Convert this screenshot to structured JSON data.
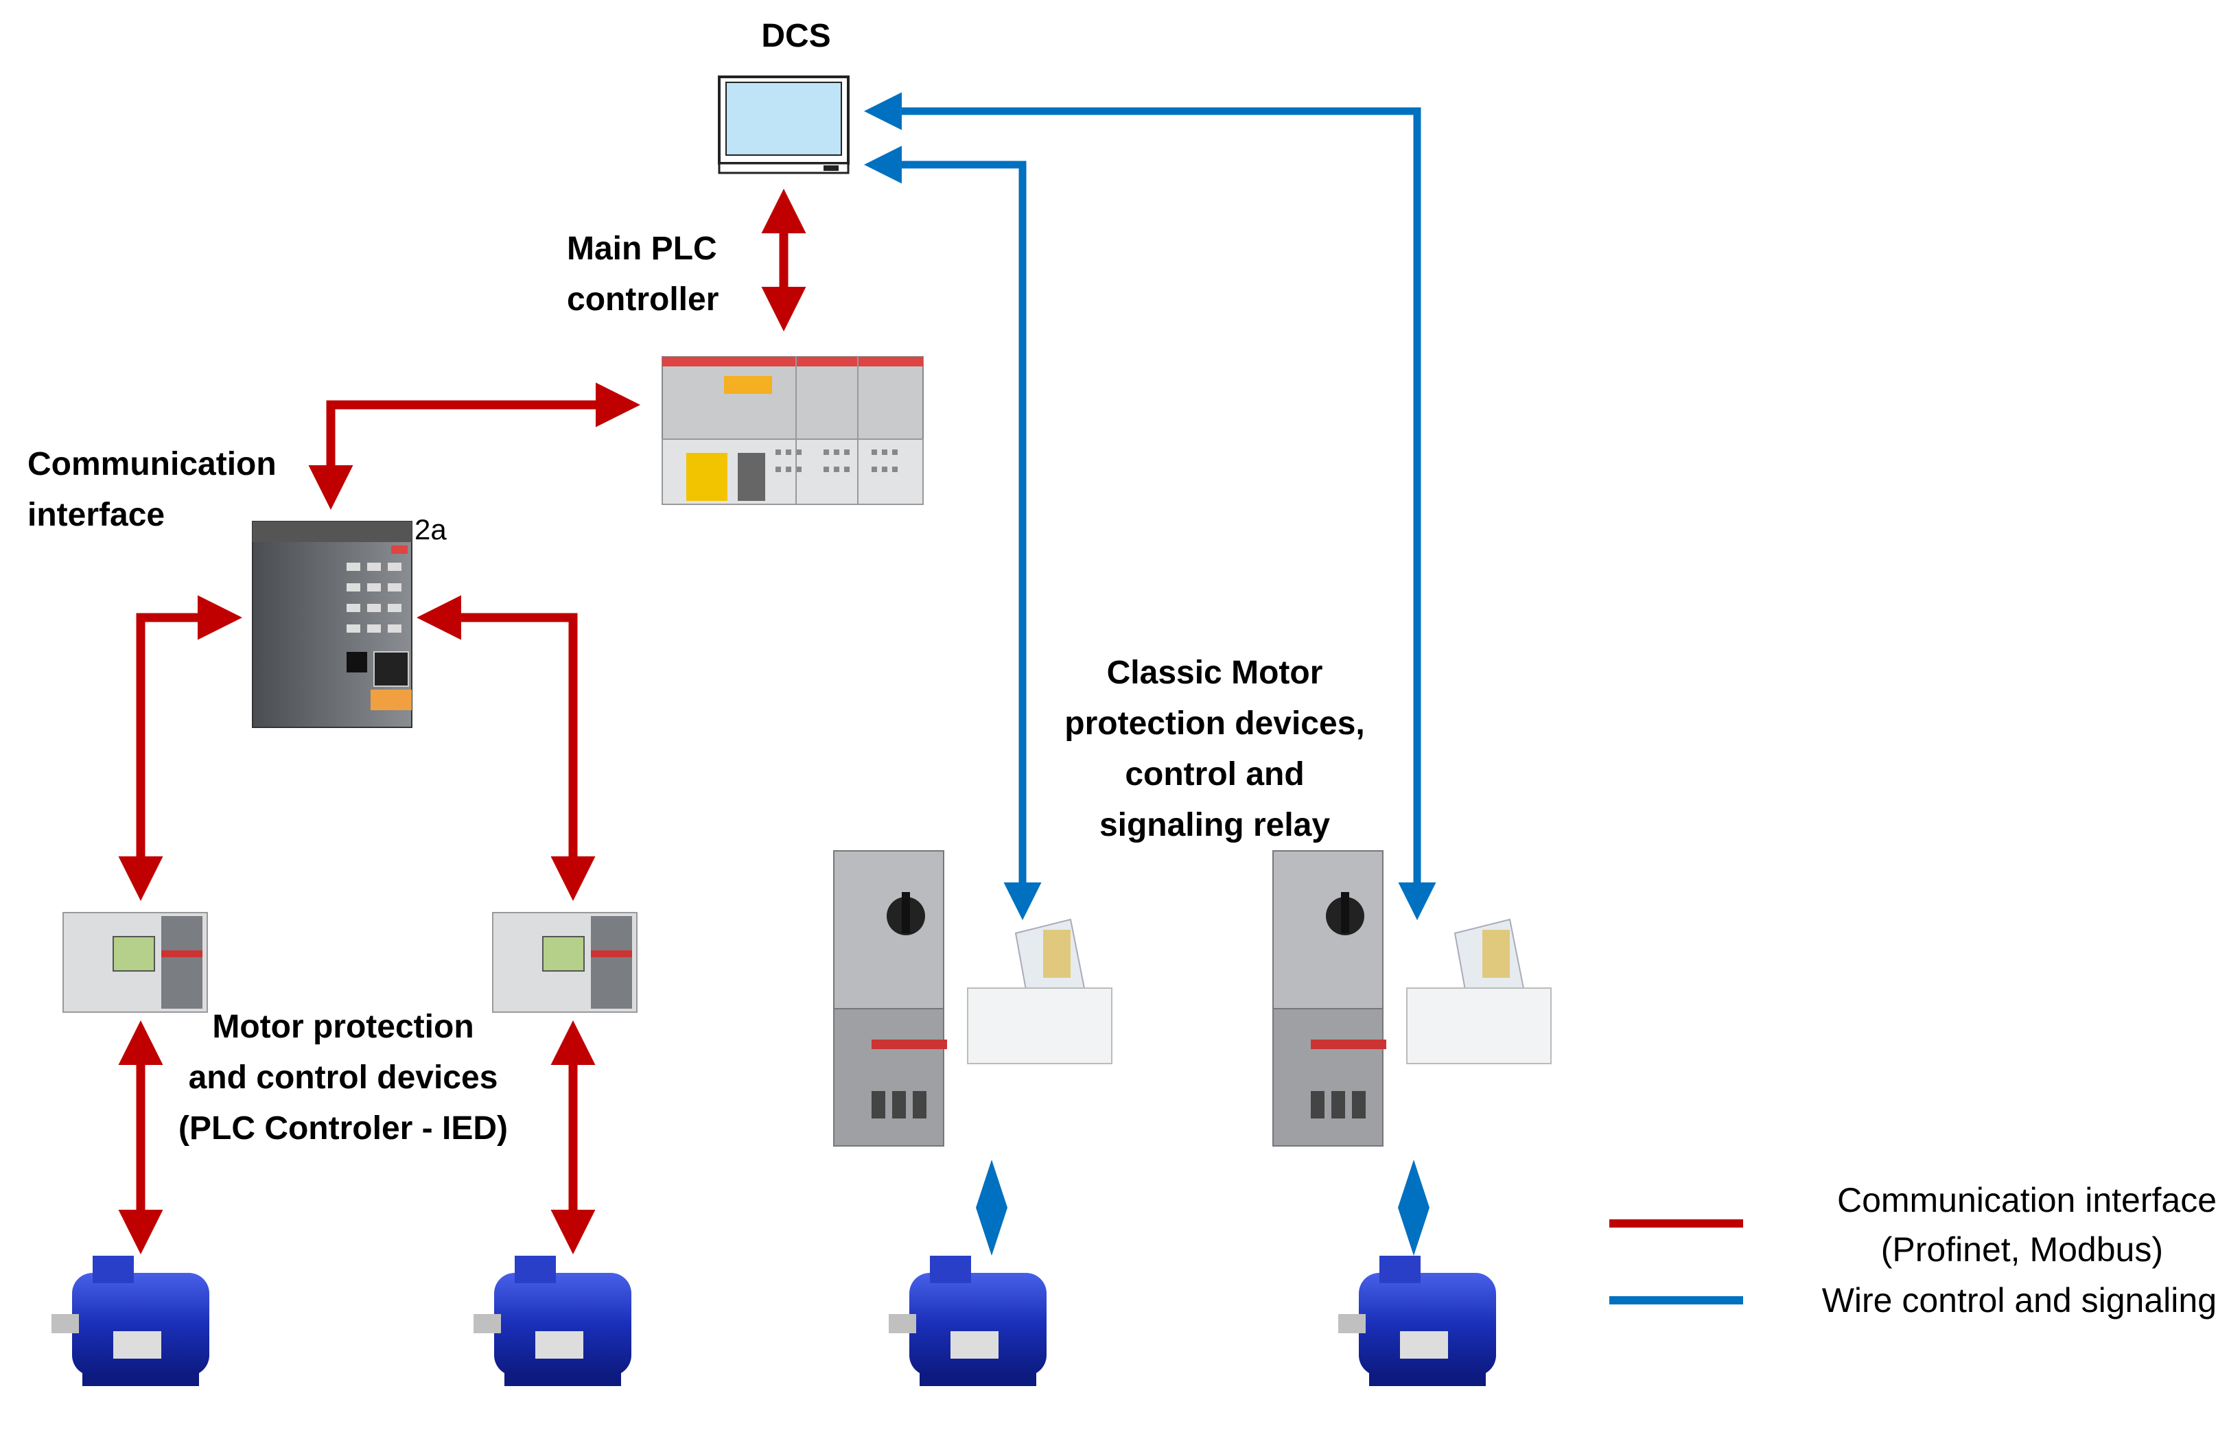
{
  "labels": {
    "dcs": "DCS",
    "main_plc_line1": "Main PLC",
    "main_plc_line2": "controller",
    "comm_iface_line1": "Communication",
    "comm_iface_line2": "interface",
    "tag_2a": "2a",
    "motor_prot_line1": "Motor protection",
    "motor_prot_line2": "and control devices",
    "motor_prot_line3": "(PLC Controler - IED)",
    "classic_line1": "Classic Motor",
    "classic_line2": "protection devices,",
    "classic_line3": "control and",
    "classic_line4": "signaling relay"
  },
  "legend": {
    "comm_line1": "Communication interface",
    "comm_line2": "(Profinet, Modbus)",
    "wire": "Wire control and signaling"
  },
  "colors": {
    "comm_red": "#c00000",
    "wire_blue": "#0070c0",
    "motor_blue": "#1a2fb8",
    "device_gray": "#6b6e72",
    "screen_blue": "#bfe3f7"
  }
}
